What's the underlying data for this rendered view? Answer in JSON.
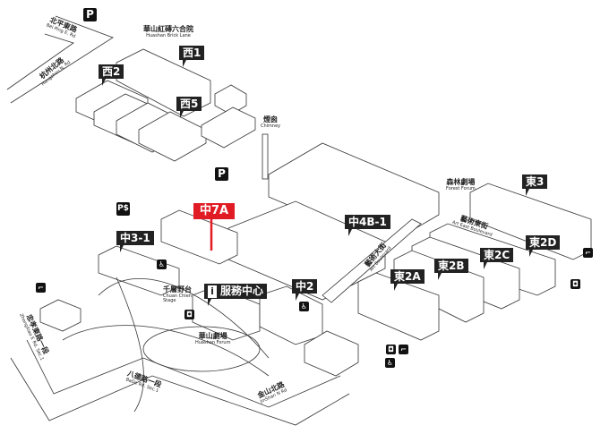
{
  "roads": [
    {
      "zh": "北平東路",
      "en": "Bei Ping E. Rd"
    },
    {
      "zh": "杭州北路",
      "en": "Hangzhou N. Rd"
    },
    {
      "zh": "忠孝東路一段",
      "en": "ZhongXiao E Rd. Sec.1"
    },
    {
      "zh": "八德路一段",
      "en": "BaDe Rd. Sec.1"
    },
    {
      "zh": "金山北路",
      "en": "JinShan N Rd"
    },
    {
      "zh": "藝術大街",
      "en": "Art Boulevard"
    },
    {
      "zh": "藝術東街",
      "en": "Art East Boulevard"
    }
  ],
  "places": [
    {
      "zh": "華山紅磚六合院",
      "en": "Huashan Brick Lane"
    },
    {
      "zh": "煙囪",
      "en": "Chimney"
    },
    {
      "zh": "森林劇場",
      "en": "Forest Forum"
    },
    {
      "zh": "千層野台",
      "en": "Chuan Chien Stage"
    },
    {
      "zh": "華山劇場",
      "en": "Huashan Forum"
    }
  ],
  "buildings": [
    "西1",
    "西2",
    "西5",
    "中7A",
    "中3-1",
    "中4B-1",
    "東3",
    "東2D",
    "東2C",
    "東2B",
    "東2A",
    "中2"
  ],
  "service_center": {
    "label": "服務中心",
    "icon": "info-icon"
  },
  "highlight_color": "#e01b24",
  "icons": {
    "parking": "P",
    "parking_paid": "P$",
    "restroom": "restroom-icon",
    "smoking": "smoking-area-icon",
    "photo": "photo-spot-icon"
  }
}
